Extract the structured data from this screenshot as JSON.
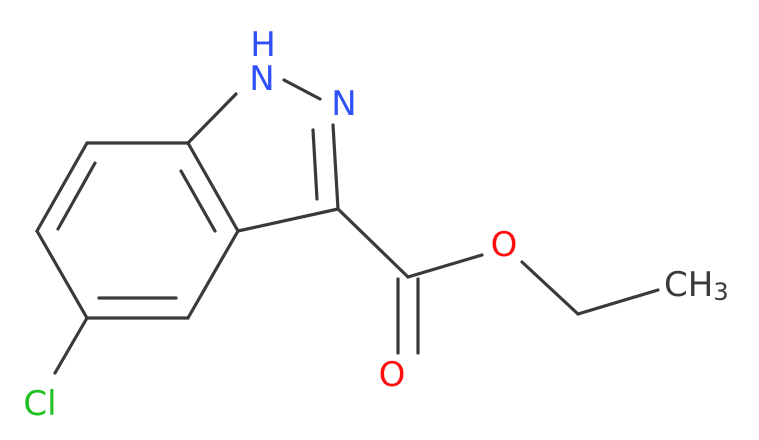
{
  "molecule": {
    "atoms": {
      "nh": "H",
      "n_h": "N",
      "n2": "N",
      "o_ester": "O",
      "o_carbonyl": "O",
      "cl": "Cl",
      "methyl_c": "CH",
      "methyl_sub": "3"
    },
    "colors": {
      "nitrogen": "#3050F8",
      "oxygen": "#FF0D0D",
      "chlorine": "#1FC01F",
      "carbon": "#3a3a3a",
      "bond": "#3a3a3a"
    }
  }
}
